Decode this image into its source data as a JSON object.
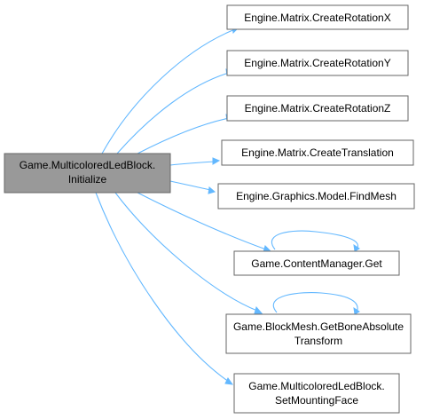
{
  "source": {
    "line1": "Game.MulticoloredLedBlock.",
    "line2": "Initialize"
  },
  "targets": {
    "rotx": "Engine.Matrix.CreateRotationX",
    "roty": "Engine.Matrix.CreateRotationY",
    "rotz": "Engine.Matrix.CreateRotationZ",
    "translation": "Engine.Matrix.CreateTranslation",
    "findmesh": "Engine.Graphics.Model.FindMesh",
    "get": "Game.ContentManager.Get",
    "bone_line1": "Game.BlockMesh.GetBoneAbsolute",
    "bone_line2": "Transform",
    "mount_line1": "Game.MulticoloredLedBlock.",
    "mount_line2": "SetMountingFace"
  },
  "colors": {
    "edge": "#63b8ff",
    "source_fill": "#999999",
    "node_border": "#666666"
  }
}
